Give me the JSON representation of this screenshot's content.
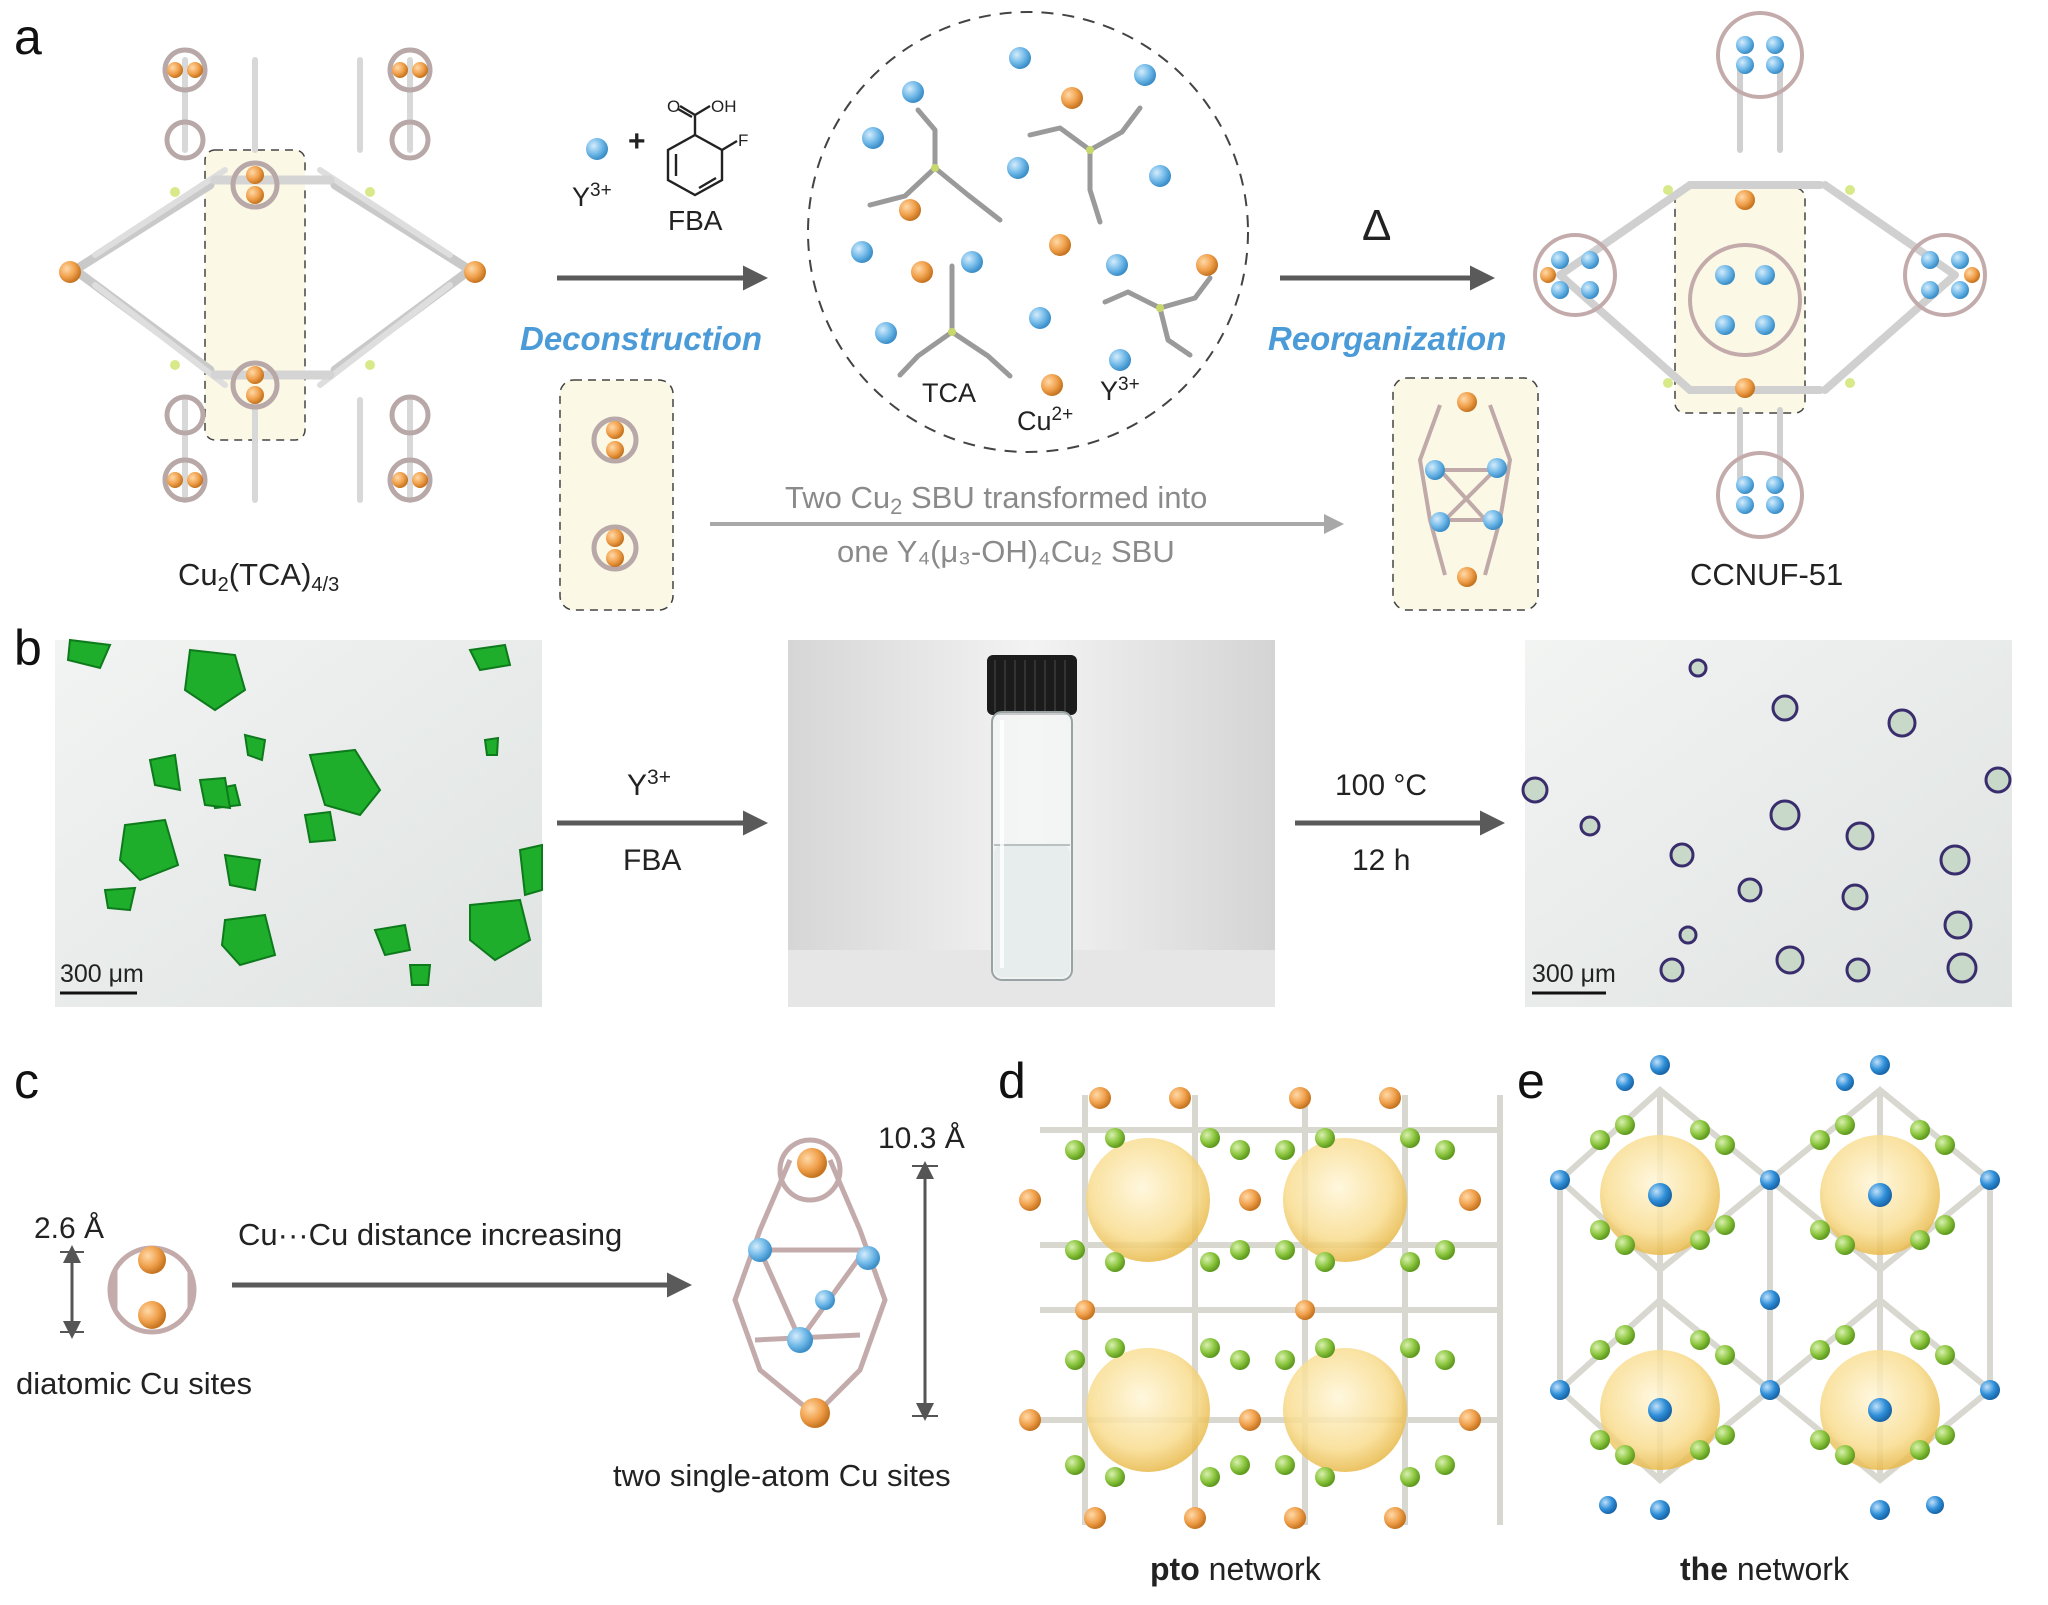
{
  "panels": {
    "a": "a",
    "b": "b",
    "c": "c",
    "d": "d",
    "e": "e"
  },
  "panel_a": {
    "left_label_main": "Cu",
    "left_label_sub1": "2",
    "left_label_mid": "(TCA)",
    "left_label_sub2": "4/3",
    "ion_label": "Y",
    "ion_charge": "3+",
    "plus": "+",
    "acid_o": "O",
    "acid_oh": "OH",
    "acid_f": "F",
    "acid_label": "FBA",
    "deconstruction": "Deconstruction",
    "reorganization": "Reorganization",
    "heat_symbol": "Δ",
    "circle_tca": "TCA",
    "circle_cu": "Cu",
    "circle_cu_charge": "2+",
    "circle_y": "Y",
    "circle_y_charge": "3+",
    "transform_line1_a": "Two Cu",
    "transform_line1_sub": "2",
    "transform_line1_b": " SBU transformed into",
    "transform_line2": "one  Y₄(μ₃-OH)₄Cu₂ SBU",
    "right_label": "CCNUF-51"
  },
  "panel_b": {
    "scale_left": "300 μm",
    "scale_right": "300 μm",
    "arrow1_top_base": "Y",
    "arrow1_top_charge": "3+",
    "arrow1_bottom": "FBA",
    "arrow2_top": "100 °C",
    "arrow2_bottom": "12 h"
  },
  "panel_c": {
    "short_distance": "2.6 Å",
    "long_distance": "10.3 Å",
    "arrow_label": "Cu···Cu distance increasing",
    "left_caption": "diatomic Cu sites",
    "right_caption": "two single-atom Cu sites"
  },
  "panel_d": {
    "caption_bold": "pto",
    "caption_rest": " network"
  },
  "panel_e": {
    "caption_bold": "the",
    "caption_rest": " network"
  },
  "colors": {
    "copper": "#f0a04b",
    "yttrium": "#6fb8e8",
    "linker_green": "#8cc63f",
    "node_blue": "#2f8fd8",
    "crystal_green": "#1fae2b",
    "arrow_grey": "#5a5a5a",
    "highlight": "#fbf8e6"
  }
}
